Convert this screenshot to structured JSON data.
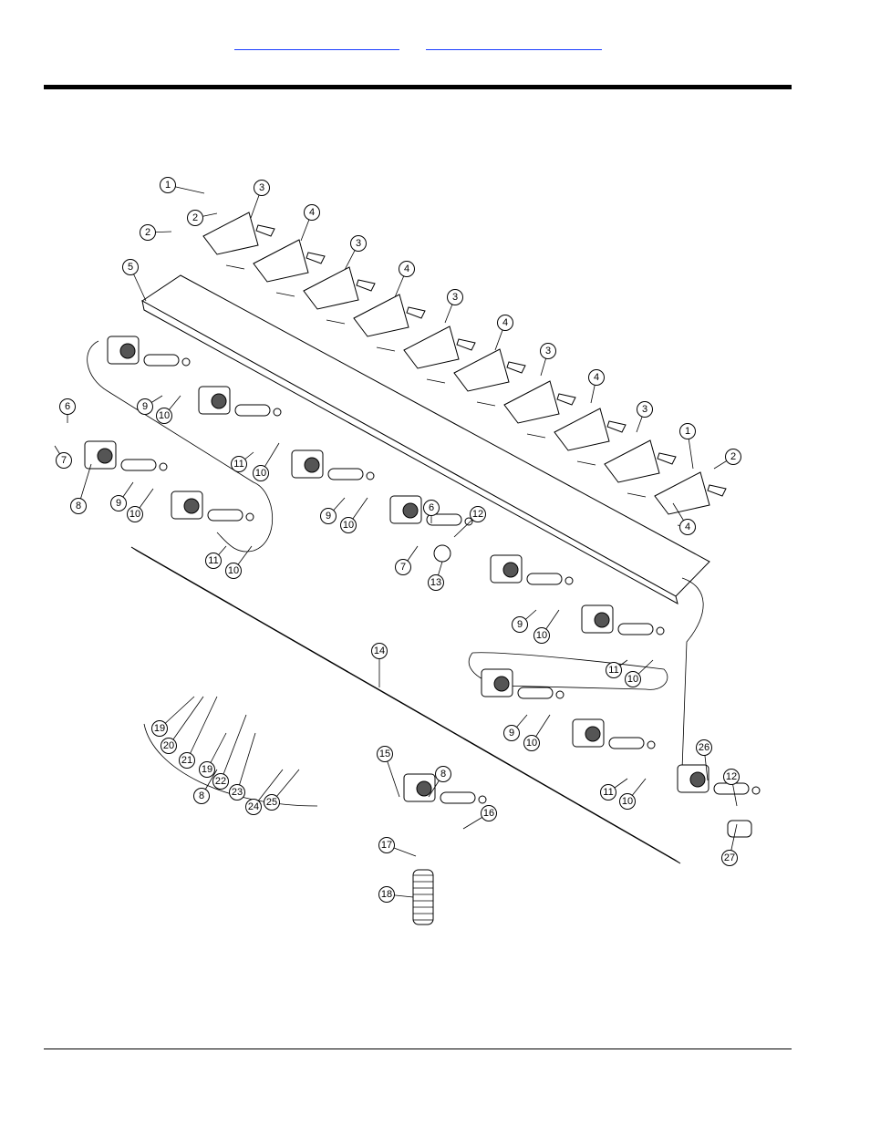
{
  "header": {
    "links": [
      {
        "label": ""
      },
      {
        "label": ""
      }
    ]
  },
  "drawing": {
    "callouts": [
      "1",
      "2",
      "2",
      "3",
      "4",
      "3",
      "4",
      "3",
      "4",
      "3",
      "4",
      "3",
      "5",
      "6",
      "7",
      "8",
      "9",
      "10",
      "9",
      "10",
      "11",
      "10",
      "9",
      "10",
      "11",
      "10",
      "6",
      "7",
      "12",
      "13",
      "9",
      "10",
      "11",
      "10",
      "9",
      "10",
      "11",
      "10",
      "1",
      "2",
      "4",
      "14",
      "15",
      "8",
      "16",
      "17",
      "18",
      "19",
      "20",
      "21",
      "19",
      "22",
      "23",
      "8",
      "24",
      "25",
      "26",
      "12",
      "27"
    ]
  }
}
